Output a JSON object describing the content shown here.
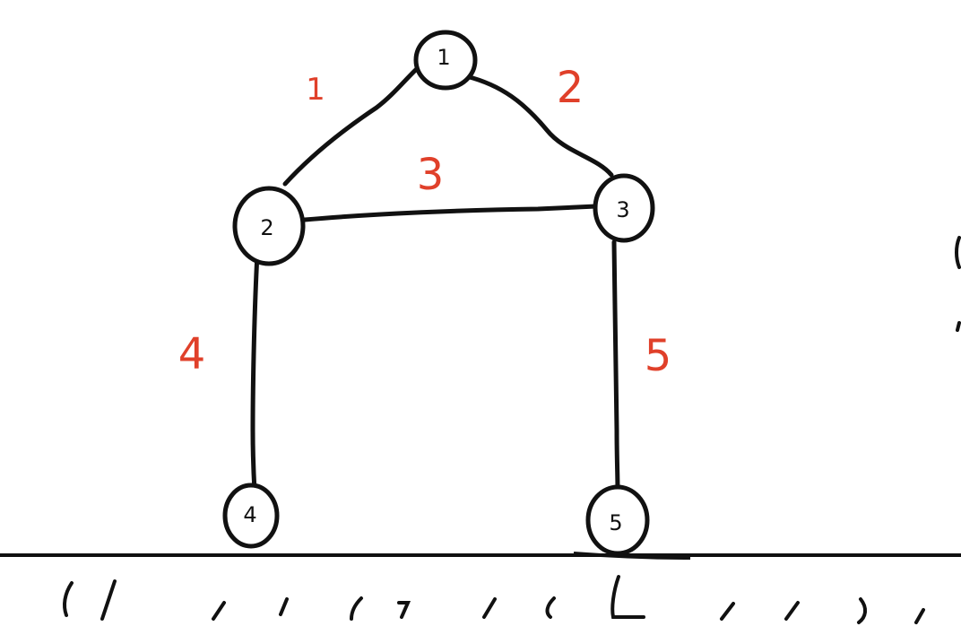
{
  "colors": {
    "ink": "#111111",
    "edge_label": "#e0402a",
    "background": "#ffffff"
  },
  "nodes": [
    {
      "id": "1",
      "label": "1"
    },
    {
      "id": "2",
      "label": "2"
    },
    {
      "id": "3",
      "label": "3"
    },
    {
      "id": "4",
      "label": "4"
    },
    {
      "id": "5",
      "label": "5"
    }
  ],
  "edges": [
    {
      "from": "2",
      "to": "1",
      "label": "1"
    },
    {
      "from": "1",
      "to": "3",
      "label": "2"
    },
    {
      "from": "2",
      "to": "3",
      "label": "3"
    },
    {
      "from": "2",
      "to": "4",
      "label": "4"
    },
    {
      "from": "3",
      "to": "5",
      "label": "5"
    }
  ],
  "ground": {
    "hatched": true
  }
}
